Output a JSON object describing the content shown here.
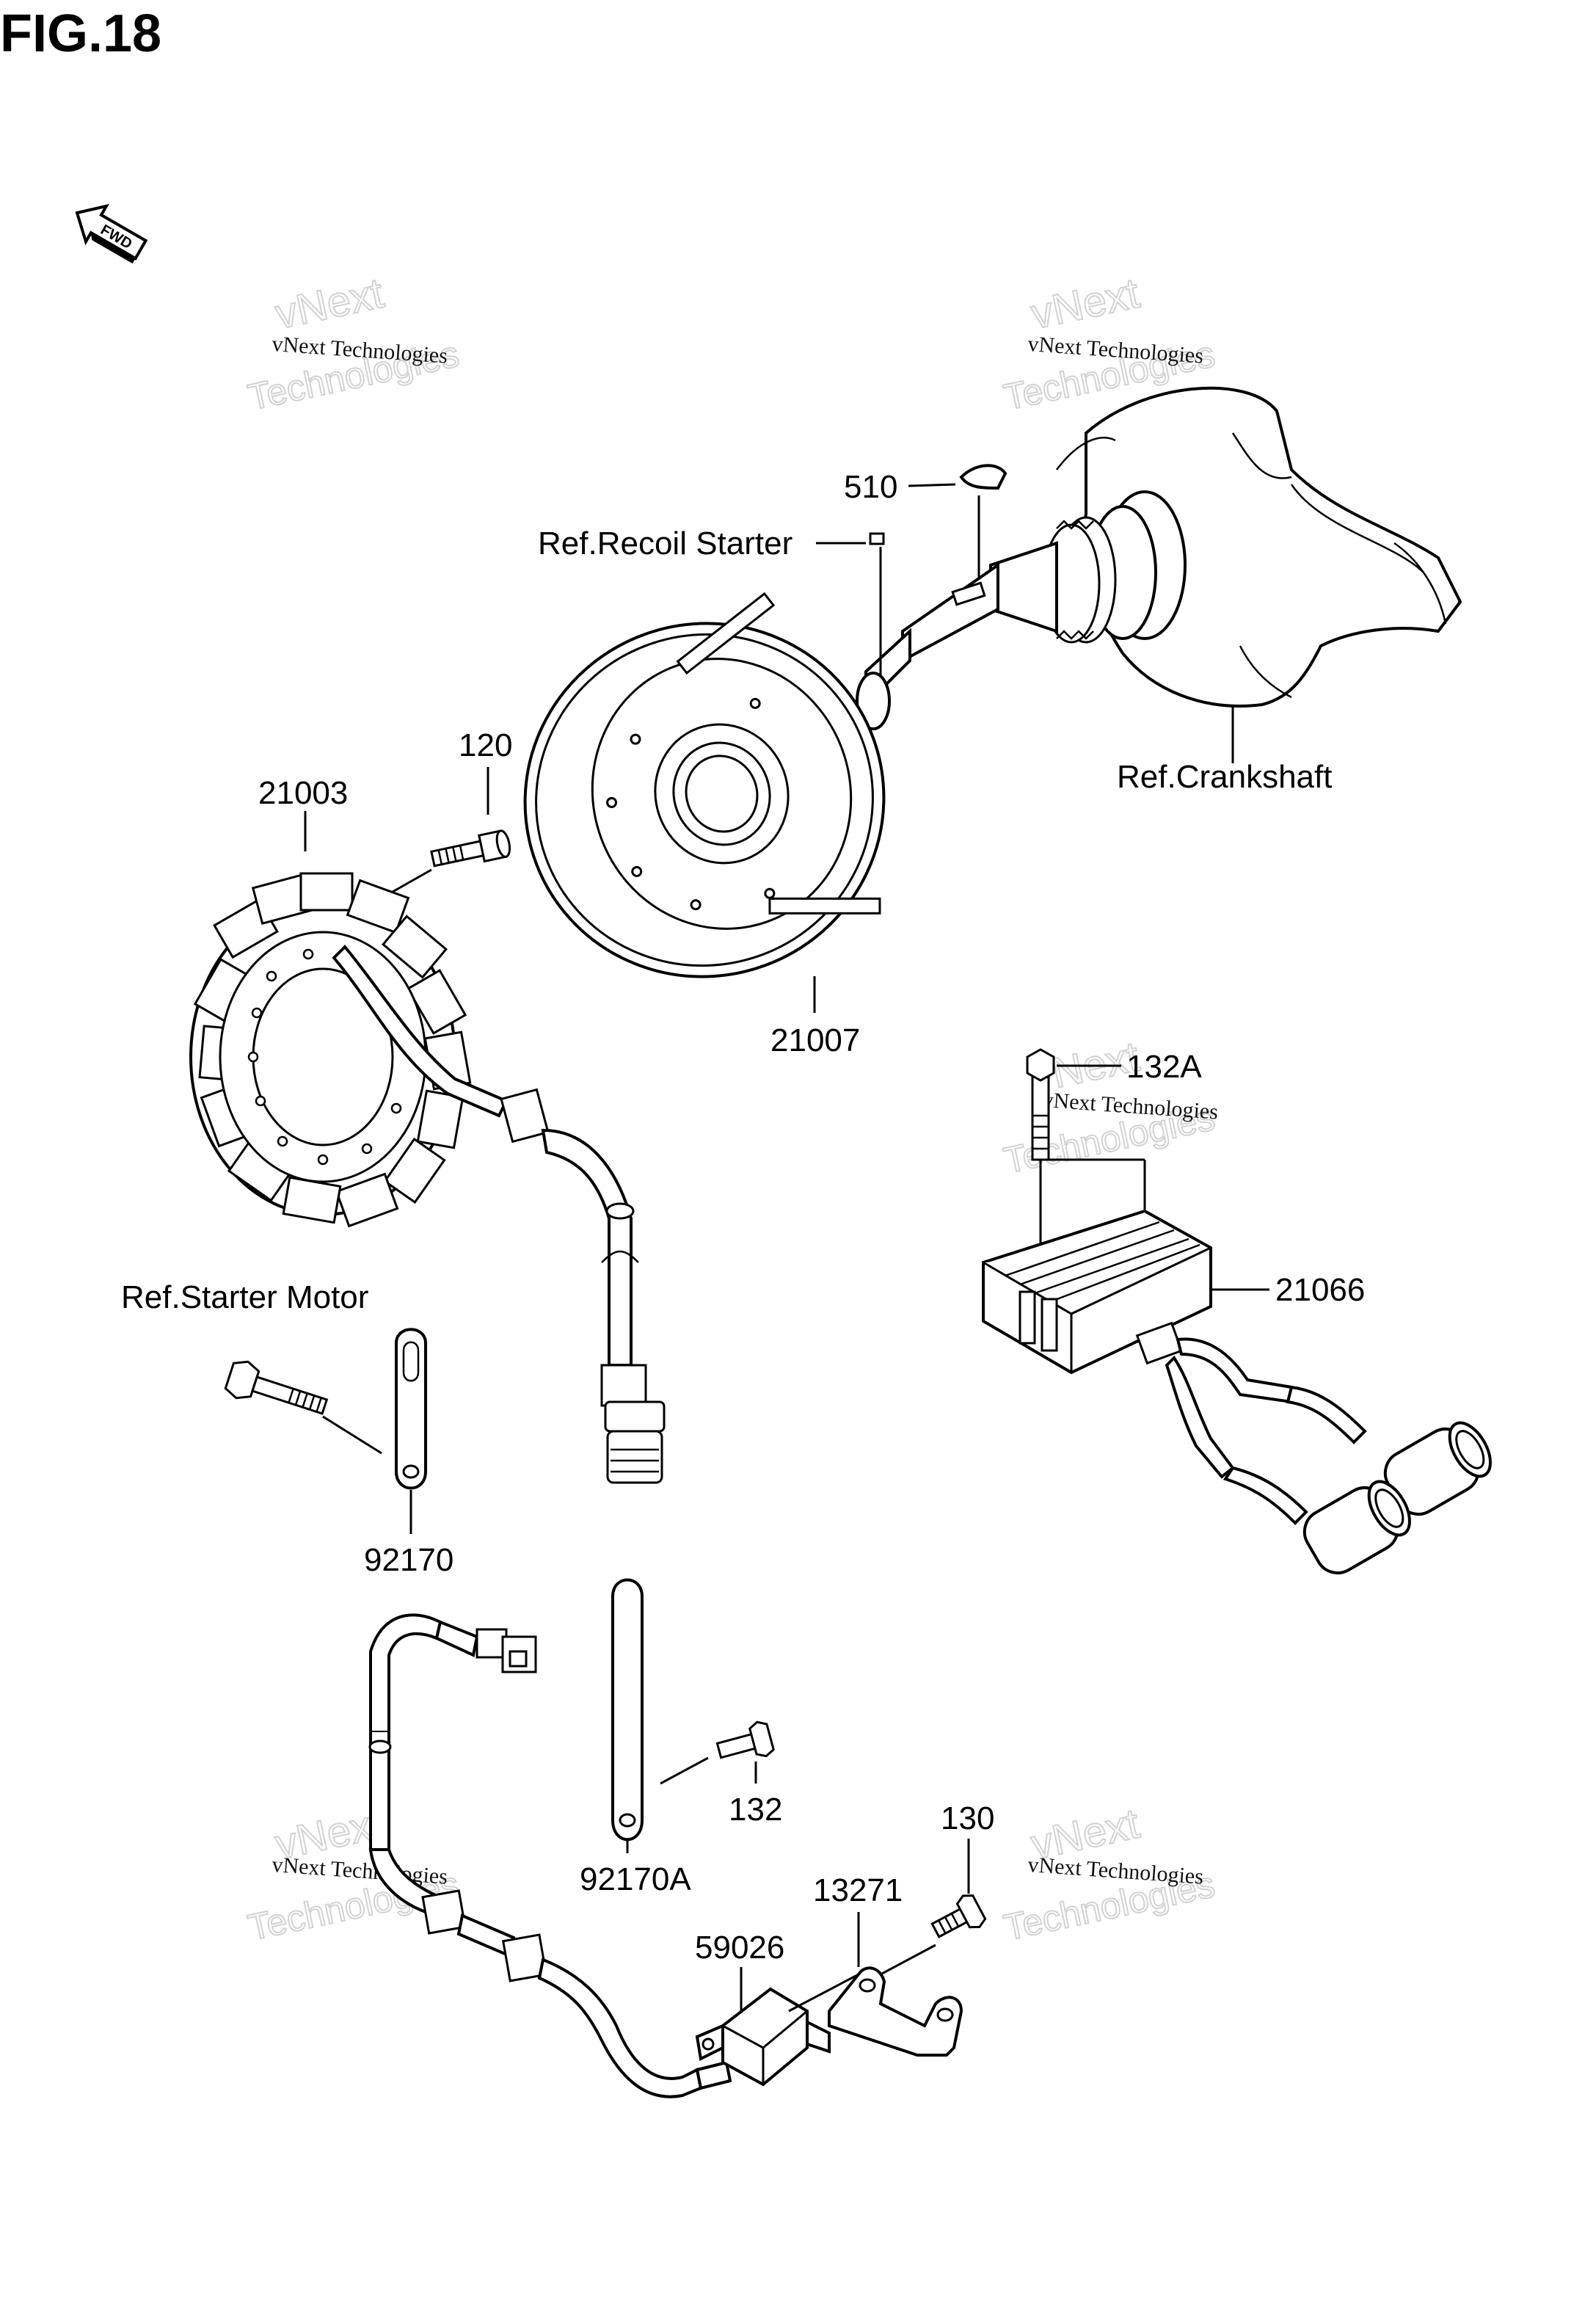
{
  "figure_title": "FIG.18",
  "direction_arrow": "FWD",
  "callouts": {
    "c510": "510",
    "recoil": "Ref.Recoil Starter",
    "crankshaft": "Ref.Crankshaft",
    "c120": "120",
    "c21003": "21003",
    "c21007": "21007",
    "c132a": "132A",
    "c21066": "21066",
    "starter_motor": "Ref.Starter Motor",
    "c92170": "92170",
    "c132": "132",
    "c92170a": "92170A",
    "c130": "130",
    "c13271": "13271",
    "c59026": "59026"
  },
  "watermark": {
    "line_small": "vNext Technologies",
    "line_outline_top": "vNext",
    "line_outline_bottom": "Technologies"
  }
}
